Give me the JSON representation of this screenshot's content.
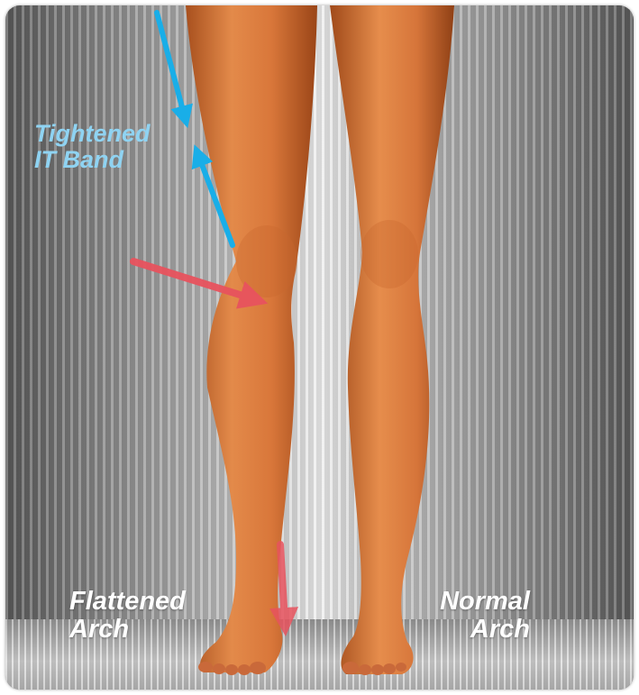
{
  "labels": {
    "it_band": [
      "Tightened",
      "IT Band"
    ],
    "flattened_arch": [
      "Flattened",
      "Arch"
    ],
    "normal_arch": [
      "Normal",
      "Arch"
    ]
  },
  "colors": {
    "it_band_arrow": "#19aee8",
    "inward_arrow": "#e8535e",
    "label_blue": "#8fd3f2",
    "label_white": "#ffffff"
  }
}
